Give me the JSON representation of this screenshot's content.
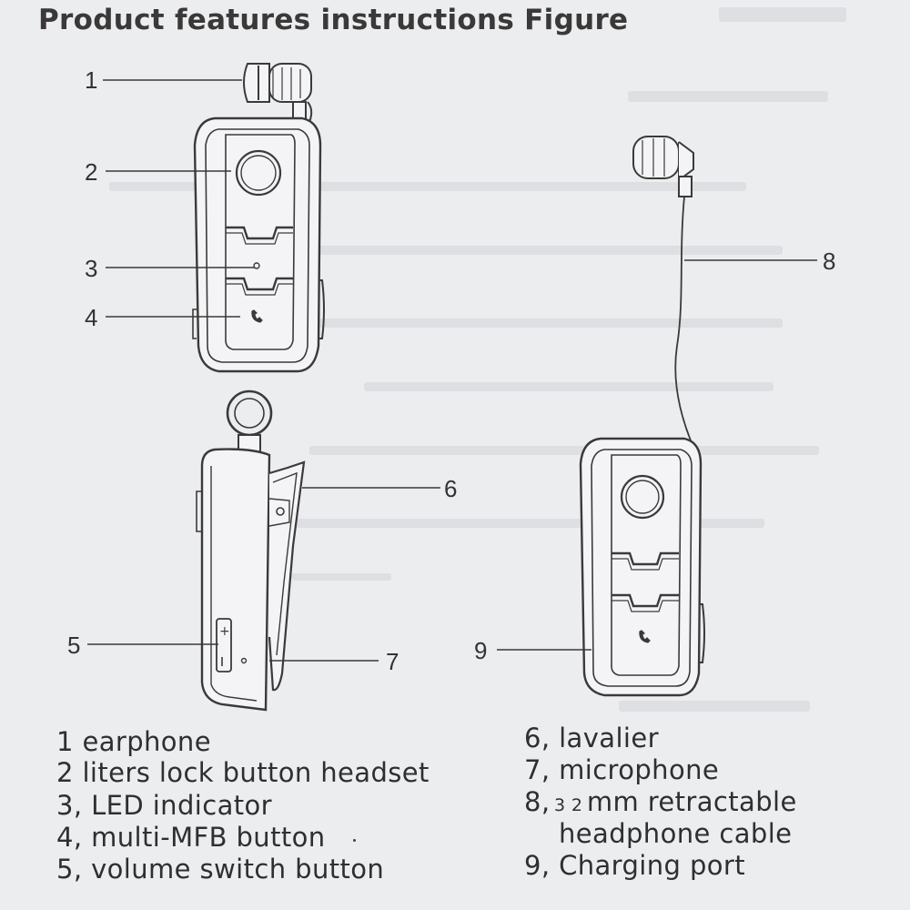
{
  "title": "Product features instructions Figure",
  "callouts": {
    "c1": "1",
    "c2": "2",
    "c3": "3",
    "c4": "4",
    "c5": "5",
    "c6": "6",
    "c7": "7",
    "c8": "8",
    "c9": "9"
  },
  "legend_left": [
    "1 earphone",
    "2 liters lock button headset",
    "3, LED indicator",
    "4, multi-MFB button",
    "5, volume switch button"
  ],
  "legend_right": {
    "l6": "6, lavalier",
    "l7": "7, microphone",
    "l8_prefix": "8,",
    "l8_size": "3 2",
    "l8_rest": "mm retractable",
    "l8_line2": "headphone cable",
    "l9": "9, Charging port"
  },
  "colors": {
    "line": "#3a3a3a",
    "background": "#ecedef",
    "device_fill": "#f4f4f6"
  }
}
